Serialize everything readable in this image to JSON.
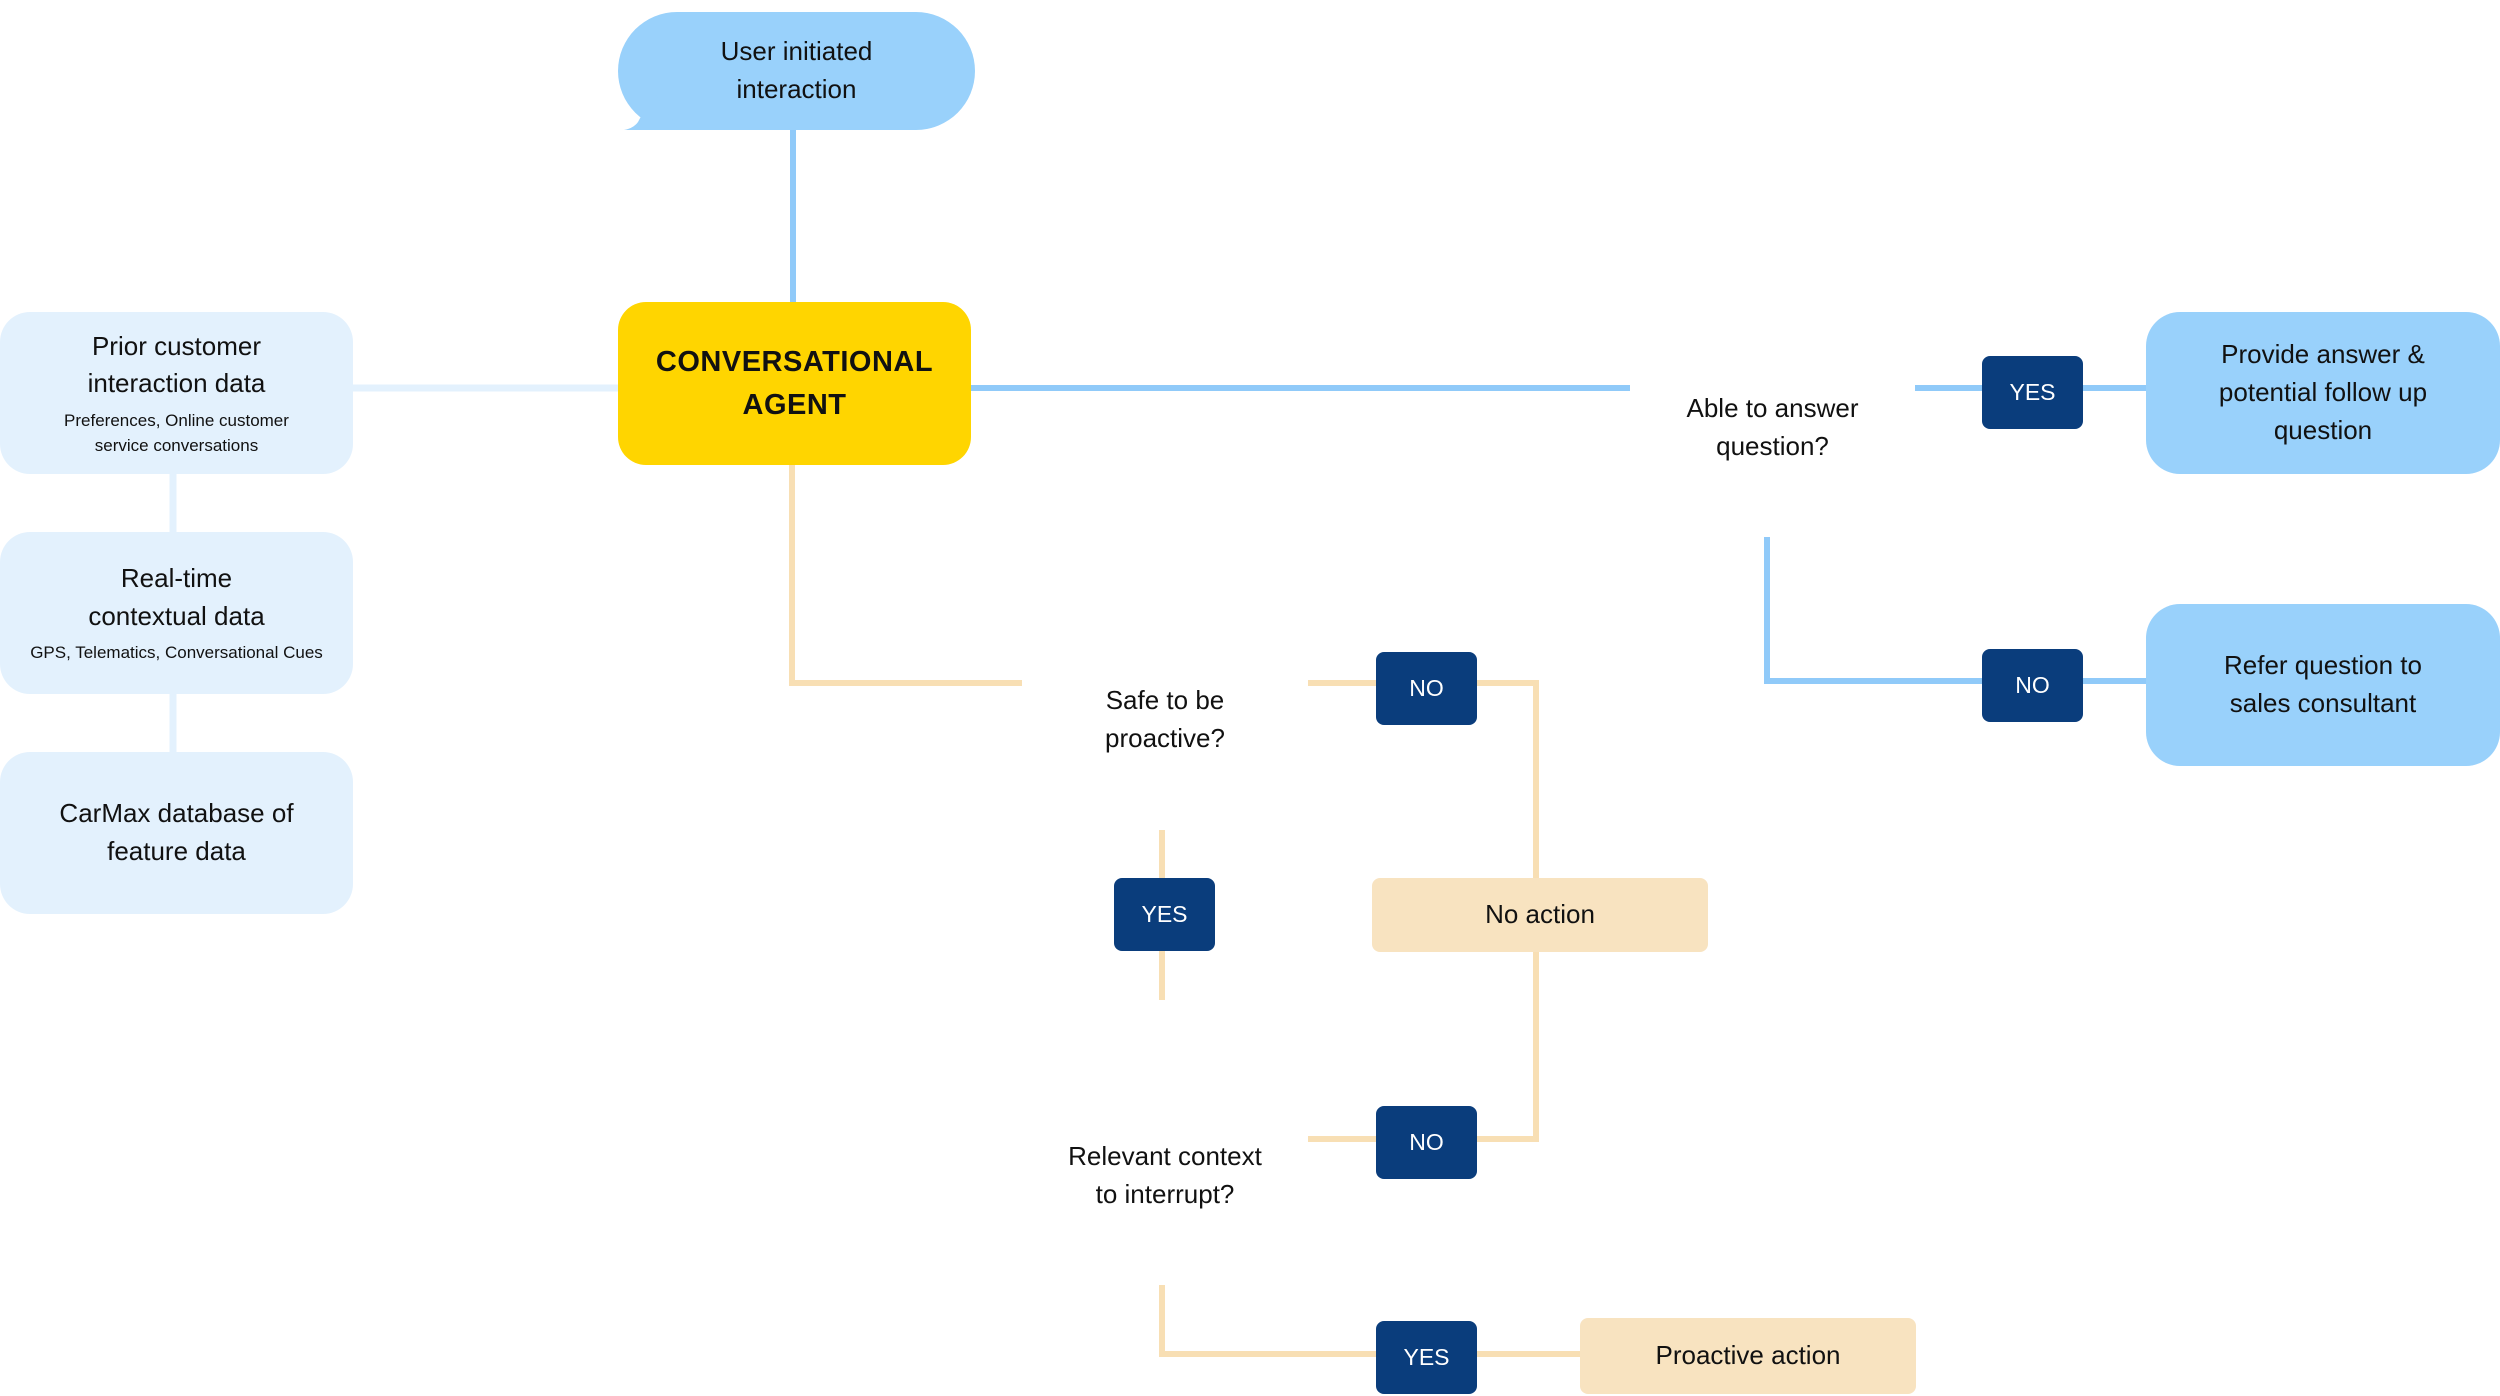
{
  "colors": {
    "lightblue": "#e3f1fd",
    "midblue": "#99d1fb",
    "agent_yellow": "#ffd500",
    "badge_navy": "#0a3d7c",
    "peach": "#f8e3c0",
    "connector_blue": "#90caf9",
    "connector_peach": "#f8dfb4"
  },
  "start": {
    "line1": "User initiated",
    "line2": "interaction"
  },
  "agent": {
    "line1": "CONVERSATIONAL",
    "line2": "AGENT"
  },
  "sources": [
    {
      "line1": "Prior customer",
      "line2": "interaction data",
      "sub1": "Preferences, Online customer",
      "sub2": "service conversations"
    },
    {
      "line1": "Real-time",
      "line2": "contextual data",
      "sub1": "GPS, Telematics, Conversational Cues"
    },
    {
      "line1": "CarMax database of",
      "line2": "feature data"
    }
  ],
  "questions": {
    "able": {
      "line1": "Able to answer",
      "line2": "question?"
    },
    "safe": {
      "line1": "Safe to be",
      "line2": "proactive?"
    },
    "relevant": {
      "line1": "Relevant context",
      "line2": "to interrupt?"
    }
  },
  "badges": {
    "yes": "YES",
    "no": "NO"
  },
  "outcomes": {
    "provide": {
      "line1": "Provide answer &",
      "line2": "potential follow up",
      "line3": "question"
    },
    "refer": {
      "line1": "Refer question to",
      "line2": "sales consultant"
    },
    "no_action": "No action",
    "proactive": "Proactive action"
  }
}
